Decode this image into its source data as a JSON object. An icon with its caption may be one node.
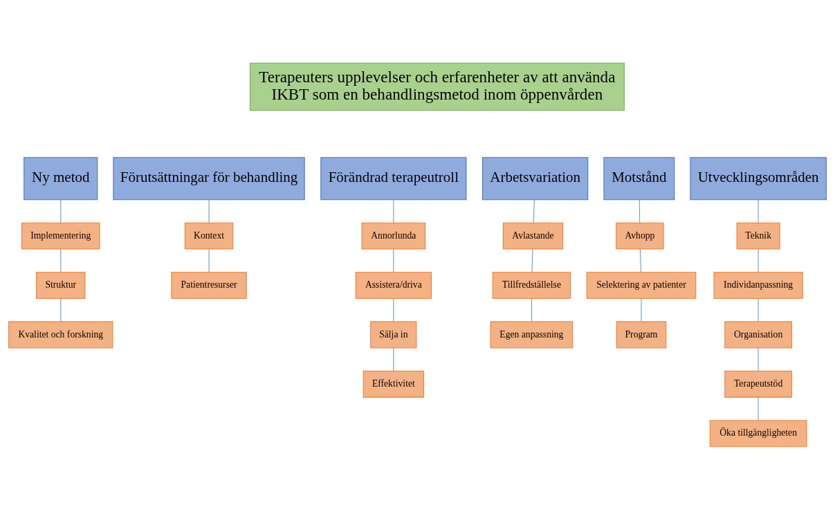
{
  "diagram": {
    "nodes": [
      {
        "text": [
          "Terapeuters upplevelser och erfarenheter av att använda IKBT som en behandlingsmetod inom öppenvården"
        ]
      },
      {
        "text": [
          "Ny metod"
        ]
      },
      {
        "text": [
          "Implementering"
        ]
      },
      {
        "text": [
          "Struktur"
        ]
      },
      {
        "text": [
          "Kvalitet och forskning"
        ]
      },
      {
        "text": [
          "Förutsättningar för behandling"
        ]
      },
      {
        "text": [
          "Kontext"
        ]
      },
      {
        "text": [
          "Patientresurser"
        ]
      },
      {
        "text": [
          "Förändrad terapeutroll"
        ]
      },
      {
        "text": [
          "Annorlunda"
        ]
      },
      {
        "text": [
          "Assistera/driva"
        ]
      },
      {
        "text": [
          "Sälja in"
        ]
      },
      {
        "text": [
          "Effektivitet"
        ]
      },
      {
        "text": [
          "Arbetsvariation"
        ]
      },
      {
        "text": [
          "Avlastande"
        ]
      },
      {
        "text": [
          "Tillfredställelse"
        ]
      },
      {
        "text": [
          "Egen anpassning"
        ]
      },
      {
        "text": [
          "Motstånd"
        ]
      },
      {
        "text": [
          "Avhopp"
        ]
      },
      {
        "text": [
          "Selektering av patienter"
        ]
      },
      {
        "text": [
          "Program"
        ]
      },
      {
        "text": [
          "Utvecklingsområden"
        ]
      },
      {
        "text": [
          "Teknik"
        ]
      },
      {
        "text": [
          "Individanpassning"
        ]
      },
      {
        "text": [
          "Organisation"
        ]
      },
      {
        "text": [
          "Terapeutstöd"
        ]
      },
      {
        "text": [
          "Öka tillgängligheten"
        ]
      }
    ],
    "edges": [
      {
        "from": 1,
        "to": 2,
        "arrow": "none"
      },
      {
        "from": 2,
        "to": 3,
        "arrow": "none"
      },
      {
        "from": 3,
        "to": 4,
        "arrow": "none"
      },
      {
        "from": 5,
        "to": 6,
        "arrow": "none"
      },
      {
        "from": 6,
        "to": 7,
        "arrow": "none"
      },
      {
        "from": 8,
        "to": 9,
        "arrow": "none"
      },
      {
        "from": 9,
        "to": 10,
        "arrow": "none"
      },
      {
        "from": 10,
        "to": 11,
        "arrow": "none"
      },
      {
        "from": 11,
        "to": 12,
        "arrow": "none"
      },
      {
        "from": 13,
        "to": 14,
        "arrow": "none"
      },
      {
        "from": 14,
        "to": 15,
        "arrow": "none"
      },
      {
        "from": 15,
        "to": 16,
        "arrow": "none"
      },
      {
        "from": 17,
        "to": 18,
        "arrow": "none"
      },
      {
        "from": 18,
        "to": 19,
        "arrow": "none"
      },
      {
        "from": 19,
        "to": 20,
        "arrow": "none"
      },
      {
        "from": 21,
        "to": 22,
        "arrow": "none"
      },
      {
        "from": 22,
        "to": 23,
        "arrow": "none"
      },
      {
        "from": 23,
        "to": 24,
        "arrow": "none"
      },
      {
        "from": 24,
        "to": 25,
        "arrow": "none"
      },
      {
        "from": 25,
        "to": 26,
        "arrow": "none"
      }
    ]
  }
}
